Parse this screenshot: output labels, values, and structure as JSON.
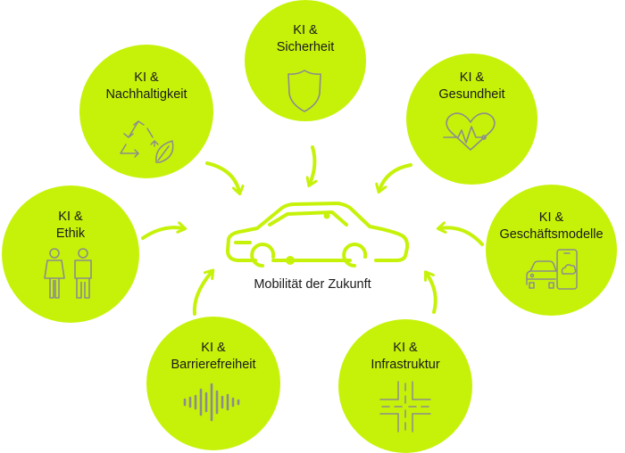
{
  "center": {
    "label": "Mobilität der Zukunft",
    "icon": "car-icon"
  },
  "topics": [
    {
      "key": "sicherheit",
      "line1": "KI &",
      "line2": "Sicherheit",
      "icon": "shield-icon"
    },
    {
      "key": "gesundheit",
      "line1": "KI &",
      "line2": "Gesundheit",
      "icon": "heart-pulse-icon"
    },
    {
      "key": "geschaeftsmodelle",
      "line1": "KI &",
      "line2": "Geschäftsmodelle",
      "icon": "car-phone-cloud-icon"
    },
    {
      "key": "infrastruktur",
      "line1": "KI &",
      "line2": "Infrastruktur",
      "icon": "road-junction-icon"
    },
    {
      "key": "barrierefreiheit",
      "line1": "KI &",
      "line2": "Barrierefreiheit",
      "icon": "sound-wave-icon"
    },
    {
      "key": "ethik",
      "line1": "KI &",
      "line2": "Ethik",
      "icon": "people-icon"
    },
    {
      "key": "nachhaltigkeit",
      "line1": "KI &",
      "line2": "Nachhaltigkeit",
      "icon": "recycle-leaf-icon"
    }
  ],
  "colors": {
    "circle_fill": "#c6f20a",
    "arrow": "#c6f20a",
    "icon_stroke": "#8c8c8c",
    "text": "#1a1a1a"
  }
}
